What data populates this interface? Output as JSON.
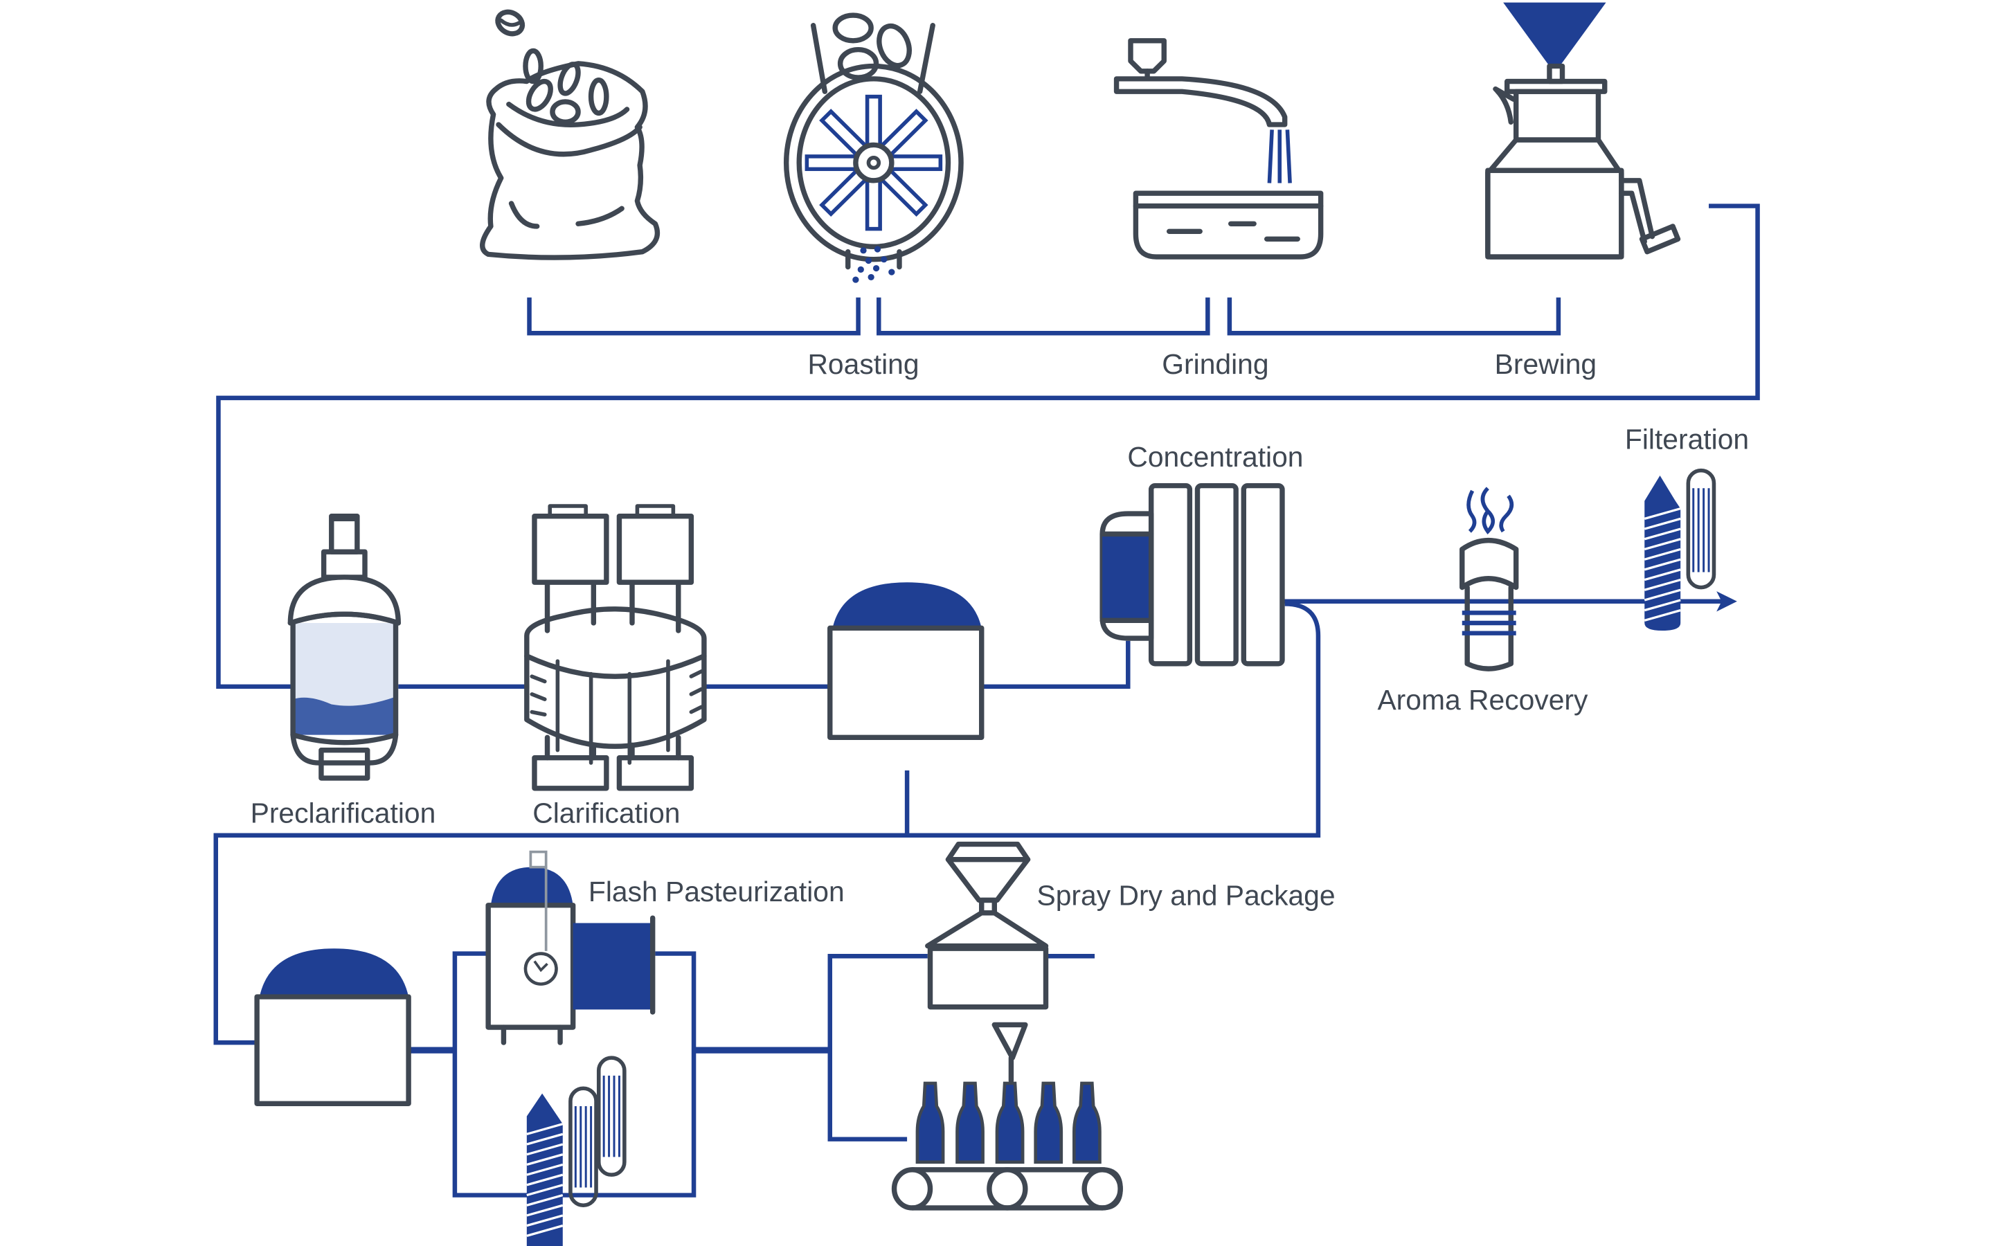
{
  "title": "Coffee processing flow diagram",
  "colors": {
    "stroke": "#3f4752",
    "accent": "#1f3f93",
    "liquid_light": "#dfe6f3",
    "liquid_dark": "#3f5fa8"
  },
  "stages": {
    "roasting": "Roasting",
    "grinding": "Grinding",
    "brewing": "Brewing",
    "preclarification": "Preclarification",
    "clarification": "Clarification",
    "concentration": "Concentration",
    "aroma_recovery": "Aroma Recovery",
    "filteration": "Filteration",
    "flash_pasteurization": "Flash Pasteurization",
    "spray_dry_package": "Spray Dry and Package"
  },
  "icons": [
    "coffee-bag-icon",
    "roaster-drum-icon",
    "grinder-icon",
    "brewer-icon",
    "preclarifier-tank-icon",
    "clarifier-centrifuge-icon",
    "holding-tank-icon",
    "evaporator-icon",
    "aroma-column-icon",
    "filter-icon",
    "pasteurizer-icon",
    "spray-dryer-icon",
    "bottling-conveyor-icon"
  ]
}
